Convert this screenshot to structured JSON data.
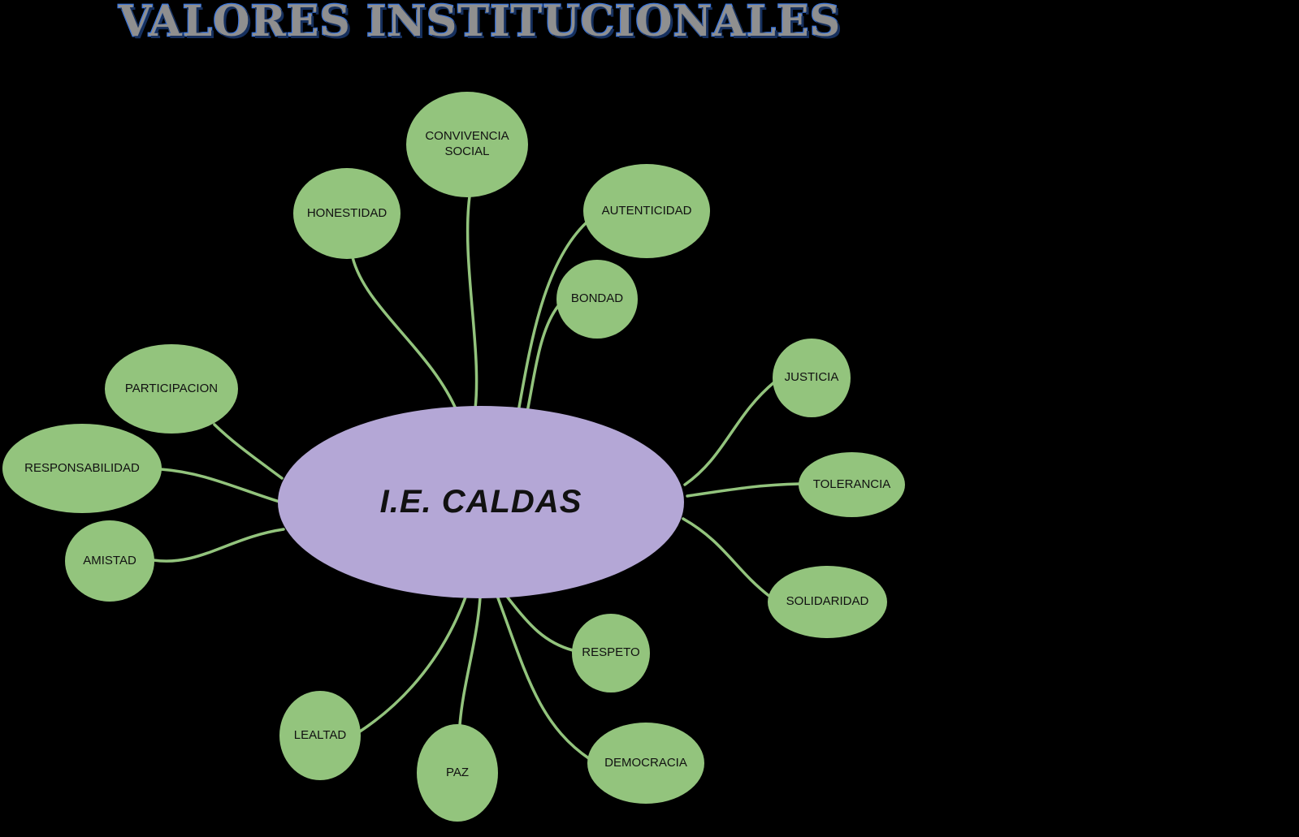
{
  "title": "VALORES INSTITUCIONALES",
  "colors": {
    "background": "#000000",
    "node_green": "#93c47d",
    "center_purple": "#b4a7d6",
    "connector_green": "#93c47d",
    "title_fill": "#8f8f8f",
    "title_outline": "#3a77e0"
  },
  "center": {
    "label": "I.E. CALDAS"
  },
  "nodes": [
    {
      "label": "CONVIVENCIA SOCIAL"
    },
    {
      "label": "HONESTIDAD"
    },
    {
      "label": "AUTENTICIDAD"
    },
    {
      "label": "BONDAD"
    },
    {
      "label": "JUSTICIA"
    },
    {
      "label": "TOLERANCIA"
    },
    {
      "label": "SOLIDARIDAD"
    },
    {
      "label": "RESPETO"
    },
    {
      "label": "DEMOCRACIA"
    },
    {
      "label": "PAZ"
    },
    {
      "label": "LEALTAD"
    },
    {
      "label": "AMISTAD"
    },
    {
      "label": "RESPONSABILIDAD"
    },
    {
      "label": "PARTICIPACION"
    }
  ]
}
